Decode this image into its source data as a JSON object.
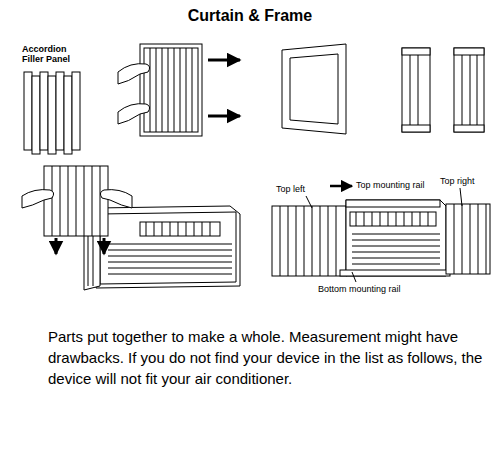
{
  "diagram": {
    "title": "Curtain & Frame",
    "caption": "Parts put together to make a whole. Measurement might have drawbacks. If you do not find your device in the list as follows, the device will not fit your air conditioner.",
    "labels": [
      "Accordion Filler Panel",
      "Top left",
      "Top mounting rail",
      "Top right",
      "Bottom mounting rail"
    ]
  }
}
